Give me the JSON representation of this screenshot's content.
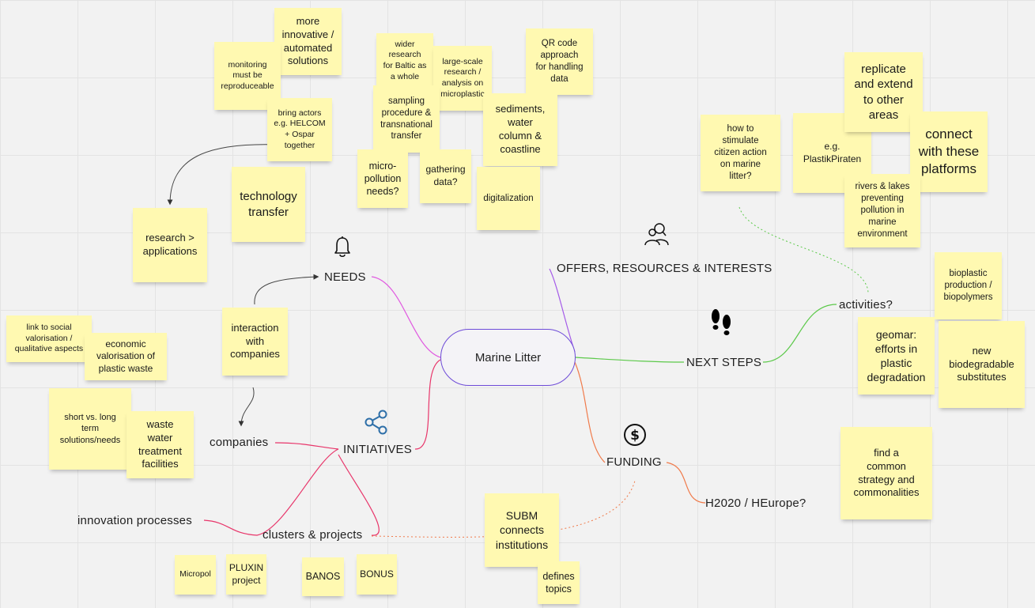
{
  "center": "Marine Litter",
  "branches": {
    "needs": "NEEDS",
    "offers": "OFFERS, RESOURCES & INTERESTS",
    "next_steps": "NEXT STEPS",
    "funding": "FUNDING",
    "initiatives": "INITIATIVES"
  },
  "nodes": {
    "activities": "activities?",
    "h2020": "H2020 / HEurope?",
    "companies": "companies",
    "clusters": "clusters & projects",
    "innovation": "innovation processes"
  },
  "stickies": {
    "more_innovative": [
      "more",
      "innovative /",
      "automated",
      "solutions"
    ],
    "monitoring": [
      "monitoring",
      "must be",
      "reproduceable"
    ],
    "bring_actors": [
      "bring actors",
      "e.g. HELCOM",
      "+ Ospar",
      "together"
    ],
    "wider_research": [
      "wider",
      "research",
      "for Baltic as",
      "a whole"
    ],
    "large_scale": [
      "large-scale",
      "research /",
      "analysis on",
      "microplastic"
    ],
    "qr_code": [
      "QR code",
      "approach",
      "for handling",
      "data"
    ],
    "sampling": [
      "sampling",
      "procedure &",
      "transnational",
      "transfer"
    ],
    "sediments": [
      "sediments,",
      "water",
      "column &",
      "coastline"
    ],
    "micro_pollution": [
      "micro-",
      "pollution",
      "needs?"
    ],
    "gathering_data": [
      "gathering",
      "data?"
    ],
    "digitalization": [
      "digitalization"
    ],
    "technology_transfer": [
      "technology",
      "transfer"
    ],
    "research_applications": [
      "research >",
      "applications"
    ],
    "how_to_stimulate": [
      "how to",
      "stimulate",
      "citizen action",
      "on marine",
      "litter?"
    ],
    "plastikpiraten": [
      "e.g.",
      "PlastikPiraten"
    ],
    "replicate": [
      "replicate",
      "and extend",
      "to other",
      "areas"
    ],
    "connect_platforms": [
      "connect",
      "with these",
      "platforms"
    ],
    "rivers_lakes": [
      "rivers & lakes",
      "preventing",
      "pollution in",
      "marine",
      "environment"
    ],
    "bioplastic": [
      "bioplastic",
      "production /",
      "biopolymers"
    ],
    "geomar": [
      "geomar:",
      "efforts in",
      "plastic",
      "degradation"
    ],
    "new_biodegradable": [
      "new",
      "biodegradable",
      "substitutes"
    ],
    "find_strategy": [
      "find a",
      "common",
      "strategy and",
      "commonalities"
    ],
    "link_social": [
      "link to social",
      "valorisation /",
      "qualitative aspects"
    ],
    "economic": [
      "economic",
      "valorisation of",
      "plastic waste"
    ],
    "interaction": [
      "interaction",
      "with",
      "companies"
    ],
    "short_vs_long": [
      "short vs. long",
      "term",
      "solutions/needs"
    ],
    "waste_water": [
      "waste",
      "water",
      "treatment",
      "facilities"
    ],
    "subm": [
      "SUBM",
      "connects",
      "institutions"
    ],
    "defines_topics": [
      "defines",
      "topics"
    ],
    "micropol": [
      "Micropol"
    ],
    "pluxin": [
      "PLUXIN",
      "project"
    ],
    "banos": [
      "BANOS"
    ],
    "bonus": [
      "BONUS"
    ]
  },
  "colors": {
    "sticky": "#fff9b1",
    "center_border": "#6e4bd8",
    "needs_line": "#e05ae0",
    "offers_line": "#a45ae8",
    "next_steps_line": "#5cc94a",
    "funding_line": "#f07a4a",
    "initiatives_line": "#e8356a",
    "icon_blue": "#2e6fa8"
  }
}
